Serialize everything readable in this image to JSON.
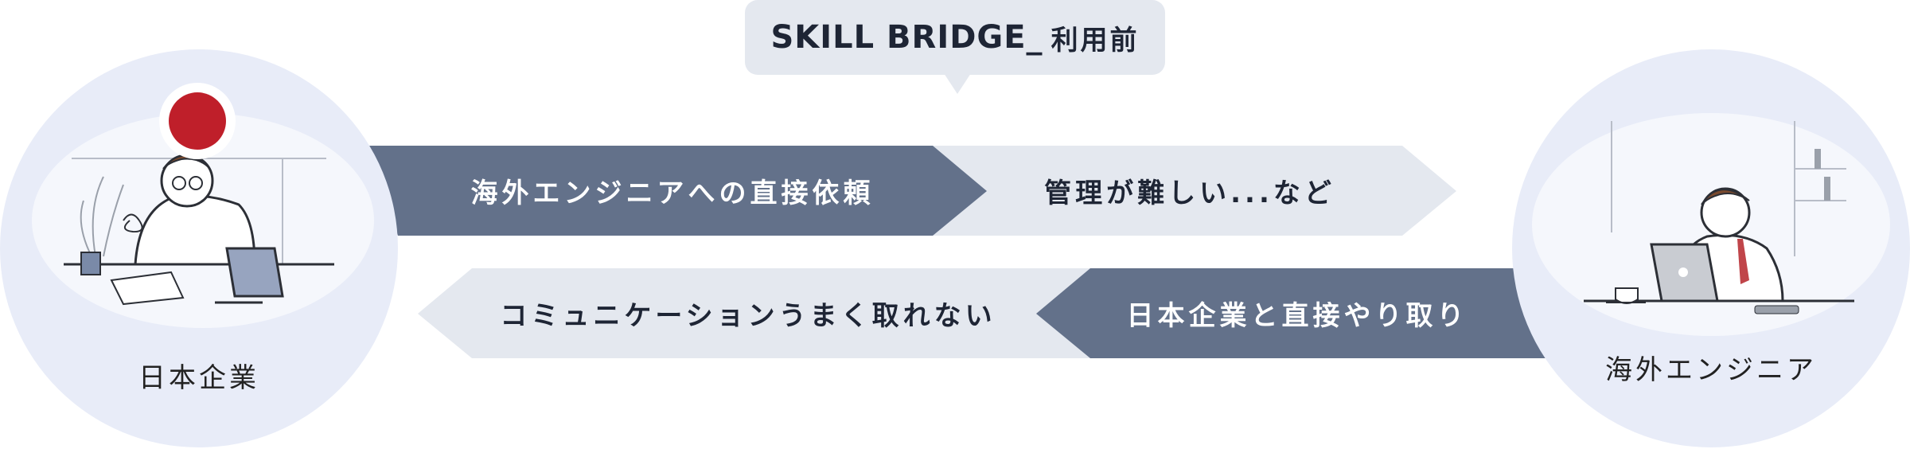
{
  "title": {
    "main": "SKILL BRIDGE_",
    "sub": "利用前"
  },
  "left_party": {
    "label": "日本企業",
    "flag_color": "#bf1f2a"
  },
  "right_party": {
    "label": "海外エンジニア"
  },
  "flows": {
    "top": {
      "dark_label": "海外エンジニアへの直接依頼",
      "light_label": "管理が難しい...など"
    },
    "bottom": {
      "light_label": "コミュニケーションうまく取れない",
      "dark_label": "日本企業と直接やり取り"
    }
  },
  "colors": {
    "dark_arrow": "#63718a",
    "light_arrow": "#e4e8ef",
    "circle_bg": "#e8ecf8"
  }
}
